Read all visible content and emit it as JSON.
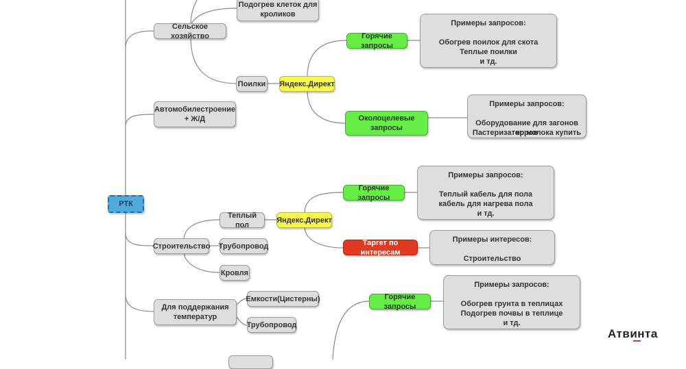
{
  "root": {
    "label": "РТК"
  },
  "branches": {
    "agriculture": {
      "label": "Сельское хозяйство"
    },
    "rabbit_heating": {
      "line1": "Подогрев клеток для",
      "line2": "кроликов"
    },
    "drinkers": {
      "label": "Поилки"
    },
    "auto": {
      "line1": "Автомобилестроение",
      "line2": "+ Ж/Д"
    },
    "construction": {
      "label": "Строительство"
    },
    "warm_floor": {
      "label": "Теплый пол"
    },
    "pipeline": {
      "label": "Трубопровод"
    },
    "roof": {
      "label": "Кровля"
    },
    "temperature": {
      "line1": "Для поддержания",
      "line2": "температур"
    },
    "tanks": {
      "label": "Емкости(Цистерны)"
    },
    "pipeline2": {
      "label": "Трубопровод"
    }
  },
  "channels": {
    "yandex_1": "Яндекс.Директ",
    "hot_1": "Горячие запросы",
    "near_target": {
      "line1": "Околоцелевые",
      "line2": "запросы"
    },
    "yandex_2": "Яндекс.Директ",
    "hot_2": "Горячие запросы",
    "target_interests": "Таргет по интересам",
    "hot_3": "Горячие запросы"
  },
  "examples": {
    "box1": [
      "Примеры запросов:",
      "",
      "Обогрев поилок для скота",
      "Теплые поилки",
      "и тд."
    ],
    "box2": [
      "Примеры запросов:",
      "",
      "Оборудование для загонов коров",
      "Пастеризатор молока купить"
    ],
    "box3": [
      "Примеры запросов:",
      "",
      "Теплый кабель для пола",
      "кабель для нагрева пола",
      "и тд."
    ],
    "box4": [
      "Примеры интересов:",
      "",
      "Строительство"
    ],
    "box5": [
      "Примеры запросов:",
      "",
      "Обогрев грунта в теплицах",
      "Подогрев почвы в теплице",
      "и тд."
    ]
  },
  "logo": {
    "text": "Атвинта"
  },
  "colors": {
    "root": "#4fa9dd",
    "yandex": "#f7f74d",
    "hot": "#66ee44",
    "target": "#e03a20",
    "node": "#dedede"
  }
}
